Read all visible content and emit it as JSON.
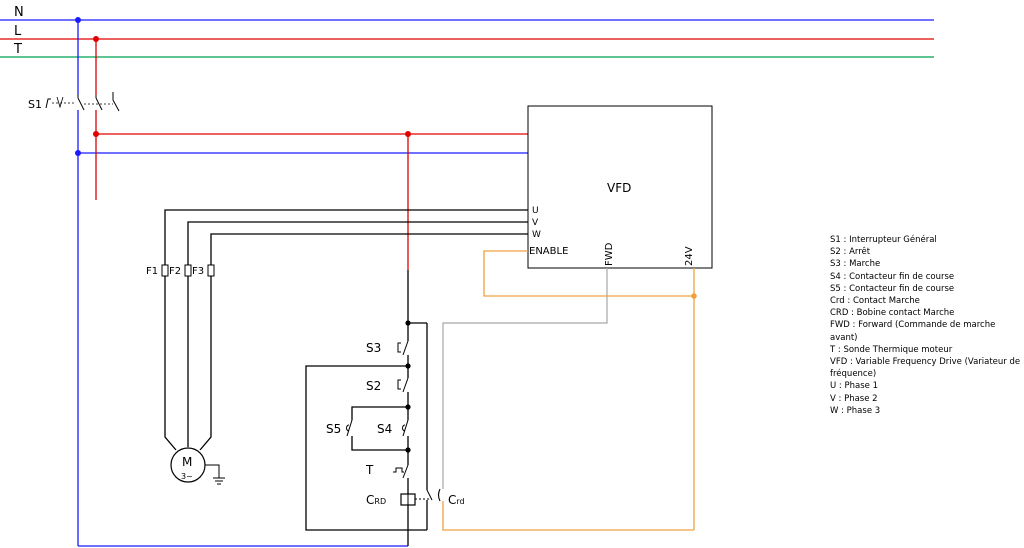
{
  "rails": {
    "neutral": "N",
    "live": "L",
    "earth": "T"
  },
  "colors": {
    "neutral": "#1a1aff",
    "live": "#e00000",
    "earth": "#00a050",
    "fwd_signal": "#a6a6a6",
    "supply_24v": "#f0a040",
    "wiring": "#000000"
  },
  "main_switch": {
    "label": "S1"
  },
  "vfd": {
    "title": "VFD",
    "out_u": "U",
    "out_v": "V",
    "out_w": "W",
    "enable": "ENABLE",
    "fwd": "FWD",
    "v24": "24V"
  },
  "fuses": [
    "F1",
    "F2",
    "F3"
  ],
  "motor": {
    "label": "M",
    "sub": "3~"
  },
  "control": {
    "s3": "S3",
    "s2": "S2",
    "s5": "S5",
    "s4": "S4",
    "thermal": "T",
    "coil": {
      "main": "C",
      "sub": "RD"
    },
    "contact": {
      "main": "C",
      "sub": "rd"
    }
  },
  "legend": [
    "S1 : Interrupteur Général",
    "S2 : Arrêt",
    "S3 : Marche",
    "S4 : Contacteur fin de course",
    "S5 : Contacteur fin de course",
    "Crd : Contact Marche",
    "CRD : Bobine contact Marche",
    "FWD : Forward (Commande de marche avant)",
    "T : Sonde Thermique moteur",
    "VFD : Variable Frequency Drive (Variateur de fréquence)",
    "U : Phase 1",
    "V : Phase 2",
    "W : Phase 3"
  ]
}
